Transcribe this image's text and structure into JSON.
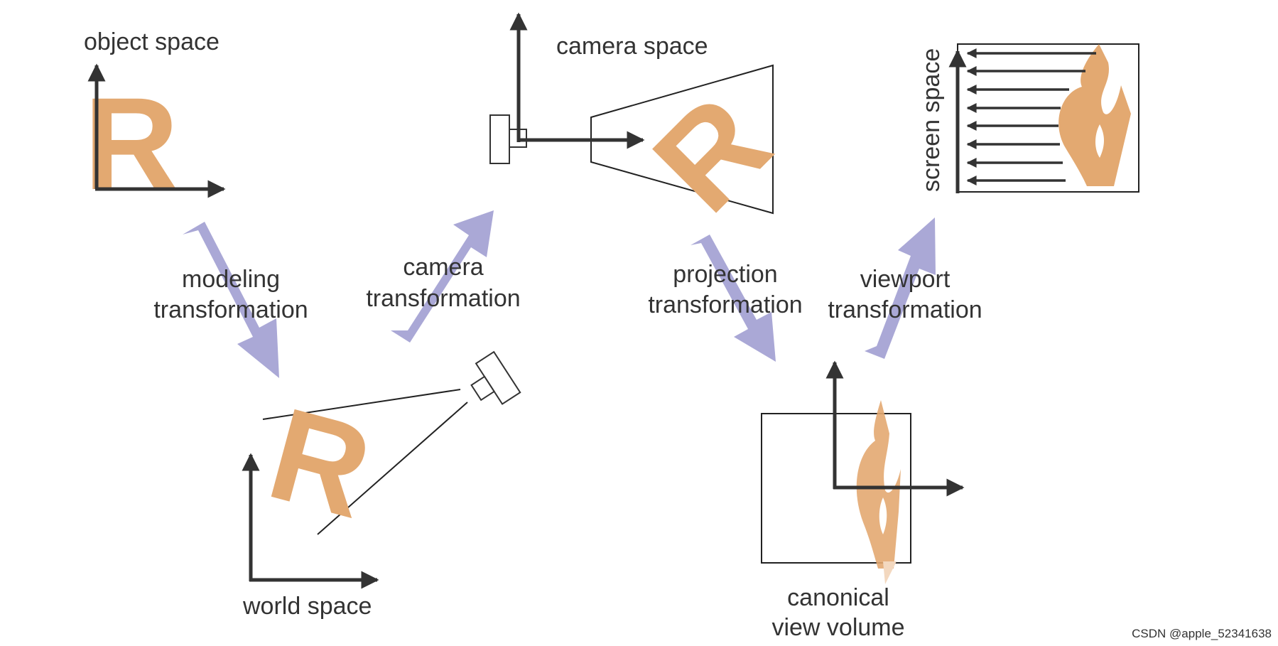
{
  "labels": {
    "object_space": "object space",
    "camera_space": "camera space",
    "screen_space": "screen space",
    "world_space": "world space",
    "canonical_line1": "canonical",
    "canonical_line2": "view volume"
  },
  "transforms": {
    "modeling_line1": "modeling",
    "modeling_line2": "transformation",
    "camera_line1": "camera",
    "camera_line2": "transformation",
    "projection_line1": "projection",
    "projection_line2": "transformation",
    "viewport_line1": "viewport",
    "viewport_line2": "transformation"
  },
  "watermark": "CSDN @apple_52341638",
  "colors": {
    "glyph": "#e3a971",
    "pipeline_arrow": "#aaa8d6",
    "axis": "#333333",
    "line": "#222222",
    "text": "#333333"
  },
  "icons": {
    "glyph": "letter-R-icon",
    "camera": "camera-icon",
    "pipeline_arrow": "arrow-icon"
  }
}
